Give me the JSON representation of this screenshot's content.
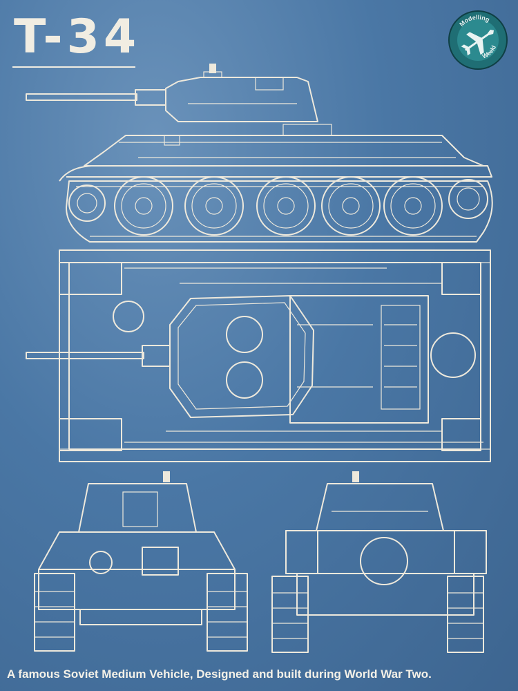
{
  "poster": {
    "title": "T-34",
    "caption": "A famous Soviet Medium Vehicle, Designed and built during World War Two.",
    "badge": {
      "top_text": "Modelling",
      "bottom_text": "Weekly",
      "icon": "airplane-icon",
      "color": "#1f6e74"
    },
    "colors": {
      "background": "#4b76a3",
      "line": "#eee9dc"
    },
    "views": [
      "side-view",
      "top-view",
      "front-view",
      "rear-view"
    ]
  }
}
